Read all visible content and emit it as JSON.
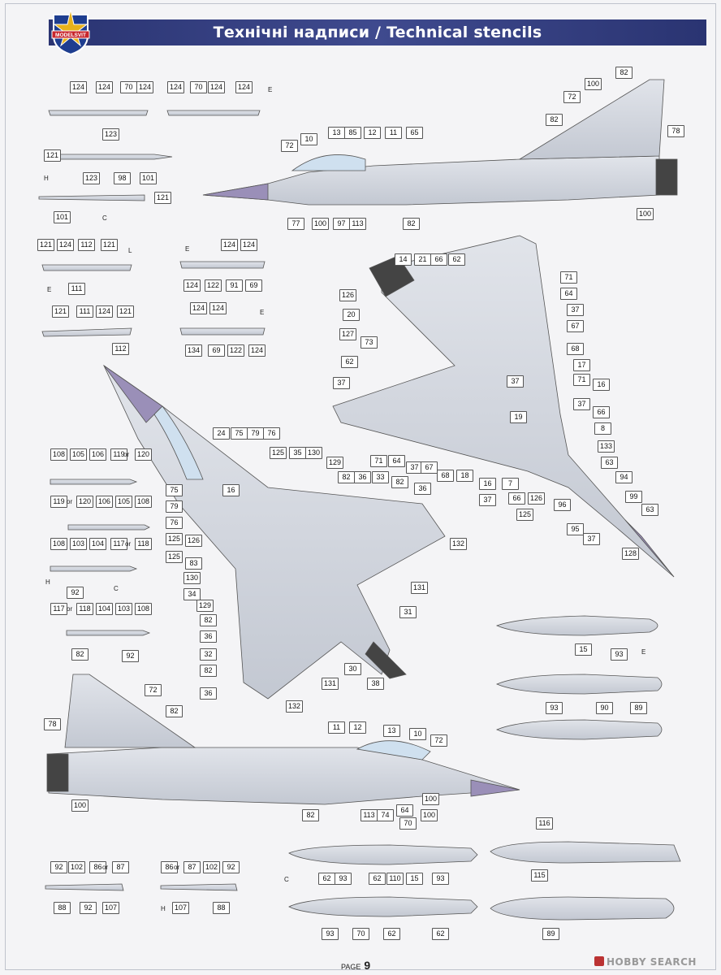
{
  "header": {
    "title": "Технічні надписи / Technical stencils",
    "logo_text": "MODELSVIT",
    "logo_colors": {
      "shield": "#c8262c",
      "star": "#e8b21b",
      "banner": "#1e3d8f"
    }
  },
  "footer": {
    "page_label": "PAGE",
    "page_number": "9",
    "watermark": "HOBBY SEARCH"
  },
  "colors": {
    "banner": "#2f3a7e",
    "aircraft_grey": "#cfd3db",
    "nose_purple": "#9a8fb8",
    "stencil_red": "#d2232a"
  },
  "callouts": [
    "124",
    "124",
    "70",
    "124",
    "124",
    "70",
    "124",
    "124",
    "82",
    "100",
    "72",
    "123",
    "121",
    "101",
    "13",
    "85",
    "12",
    "11",
    "65",
    "10",
    "72",
    "82",
    "78",
    "123",
    "98",
    "121",
    "101",
    "77",
    "100",
    "97",
    "113",
    "82",
    "100",
    "121",
    "124",
    "112",
    "121",
    "111",
    "124",
    "124",
    "124",
    "122",
    "91",
    "69",
    "14",
    "21",
    "66",
    "62",
    "71",
    "121",
    "111",
    "124",
    "121",
    "112",
    "124",
    "124",
    "134",
    "69",
    "122",
    "124",
    "126",
    "20",
    "127",
    "73",
    "64",
    "37",
    "67",
    "62",
    "68",
    "17",
    "37",
    "71",
    "16",
    "37",
    "37",
    "66",
    "8",
    "133",
    "63",
    "94",
    "19",
    "24",
    "75",
    "79",
    "76",
    "125",
    "35",
    "130",
    "129",
    "82",
    "36",
    "33",
    "82",
    "36",
    "71",
    "64",
    "37",
    "67",
    "68",
    "18",
    "7",
    "16",
    "37",
    "66",
    "126",
    "125",
    "96",
    "99",
    "63",
    "95",
    "37",
    "128",
    "108",
    "105",
    "106",
    "119",
    "120",
    "119",
    "120",
    "106",
    "105",
    "108",
    "108",
    "103",
    "104",
    "117",
    "118",
    "92",
    "117",
    "118",
    "104",
    "103",
    "108",
    "92",
    "75",
    "79",
    "76",
    "125",
    "126",
    "125",
    "83",
    "130",
    "34",
    "129",
    "82",
    "36",
    "32",
    "82",
    "36",
    "16",
    "132",
    "131",
    "31",
    "30",
    "131",
    "38",
    "132",
    "15",
    "93",
    "90",
    "93",
    "89",
    "82",
    "100",
    "72",
    "78",
    "82",
    "11",
    "12",
    "13",
    "10",
    "72",
    "64",
    "100",
    "74",
    "113",
    "82",
    "100",
    "70",
    "116",
    "62",
    "93",
    "62",
    "110",
    "15",
    "93",
    "115",
    "93",
    "70",
    "62",
    "62",
    "89",
    "92",
    "102",
    "86",
    "87",
    "88",
    "92",
    "107",
    "86",
    "87",
    "102",
    "92",
    "107",
    "88"
  ],
  "inline_texts": {
    "or": "or",
    "mark_E": "E",
    "mark_C": "C",
    "mark_H": "H",
    "mark_L": "L"
  }
}
